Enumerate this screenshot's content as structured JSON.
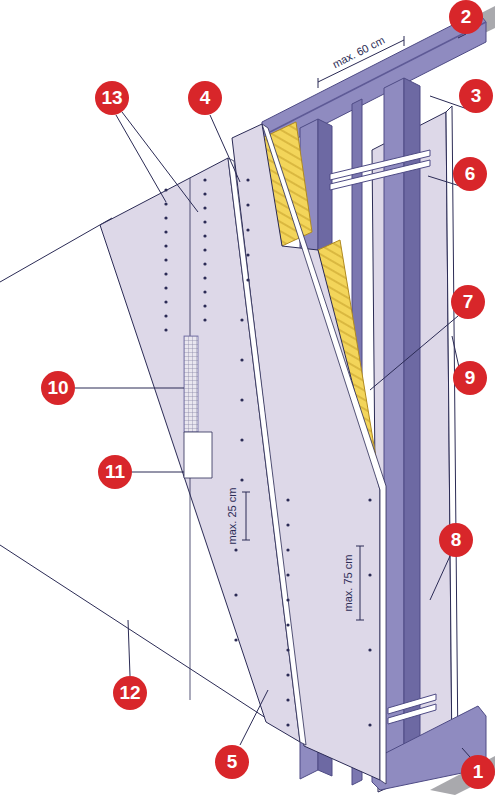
{
  "diagram": {
    "labels": [
      "2",
      "max. 60 cm",
      "3",
      "13",
      "4",
      "6",
      "7",
      "10",
      "9",
      "11",
      "max. 25 cm",
      "max. 75 cm",
      "8",
      "12",
      "5",
      "1"
    ]
  }
}
